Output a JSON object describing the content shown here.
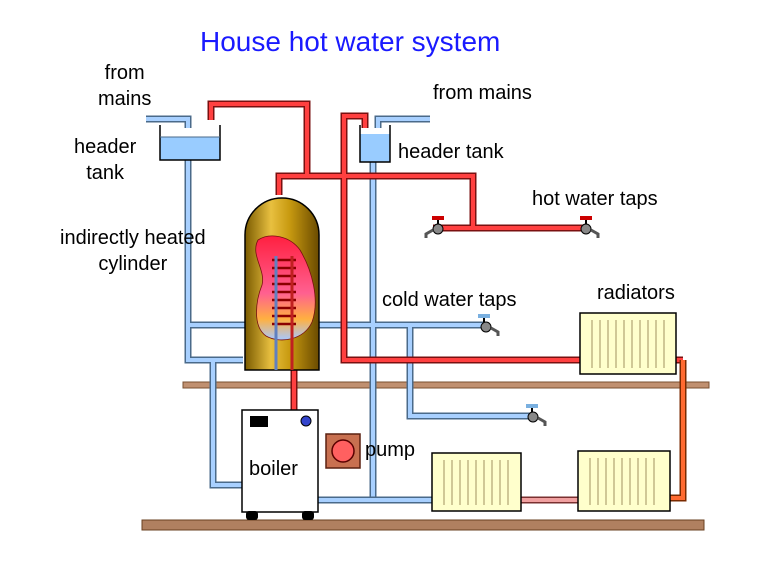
{
  "title": "House hot water system",
  "labels": {
    "from_mains_left": "from\nmains",
    "from_mains_right": "from mains",
    "header_tank_left": "header\ntank",
    "header_tank_right": "header tank",
    "hot_water_taps": "hot water taps",
    "cylinder": "indirectly heated\ncylinder",
    "cold_water_taps": "cold water taps",
    "radiators": "radiators",
    "pump": "pump",
    "boiler": "boiler"
  },
  "colors": {
    "title": "#1a1aff",
    "cold_pipe": "#99ccff",
    "hot_pipe": "#ff3333",
    "heating_pipe": "#ff6633",
    "return_pipe": "#e89090",
    "floor": "#b08060",
    "cylinder": "#c8a000",
    "tank_water": "#99ccff",
    "radiator": "#ffffcc"
  },
  "icons": {
    "tap": "tap-icon",
    "pump": "pump-icon",
    "radiator": "radiator-icon",
    "boiler": "boiler-icon"
  }
}
